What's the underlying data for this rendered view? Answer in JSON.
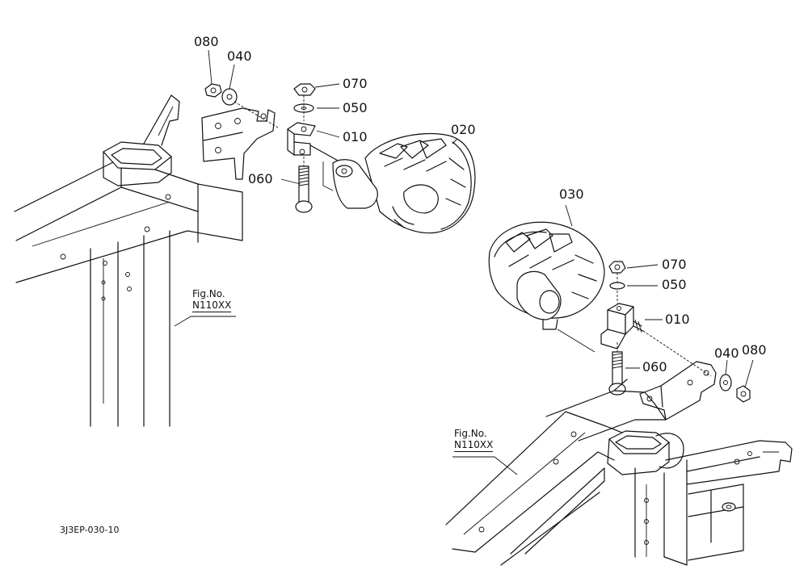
{
  "callouts": {
    "left_nut": "080",
    "left_washer": "040",
    "upper_nut": "070",
    "upper_washer": "050",
    "upper_bracket": "010",
    "upper_lamp": "020",
    "upper_bolt": "060",
    "lower_lamp": "030",
    "lower_nut": "070",
    "lower_washer": "050",
    "lower_bracket": "010",
    "lower_bolt": "060",
    "right_washer": "040",
    "right_nut": "080"
  },
  "figure_refs": {
    "left": {
      "label": "Fig.No.",
      "code": "N110XX"
    },
    "right": {
      "label": "Fig.No.",
      "code": "N110XX"
    }
  },
  "drawing_id": "3J3EP-030-10"
}
